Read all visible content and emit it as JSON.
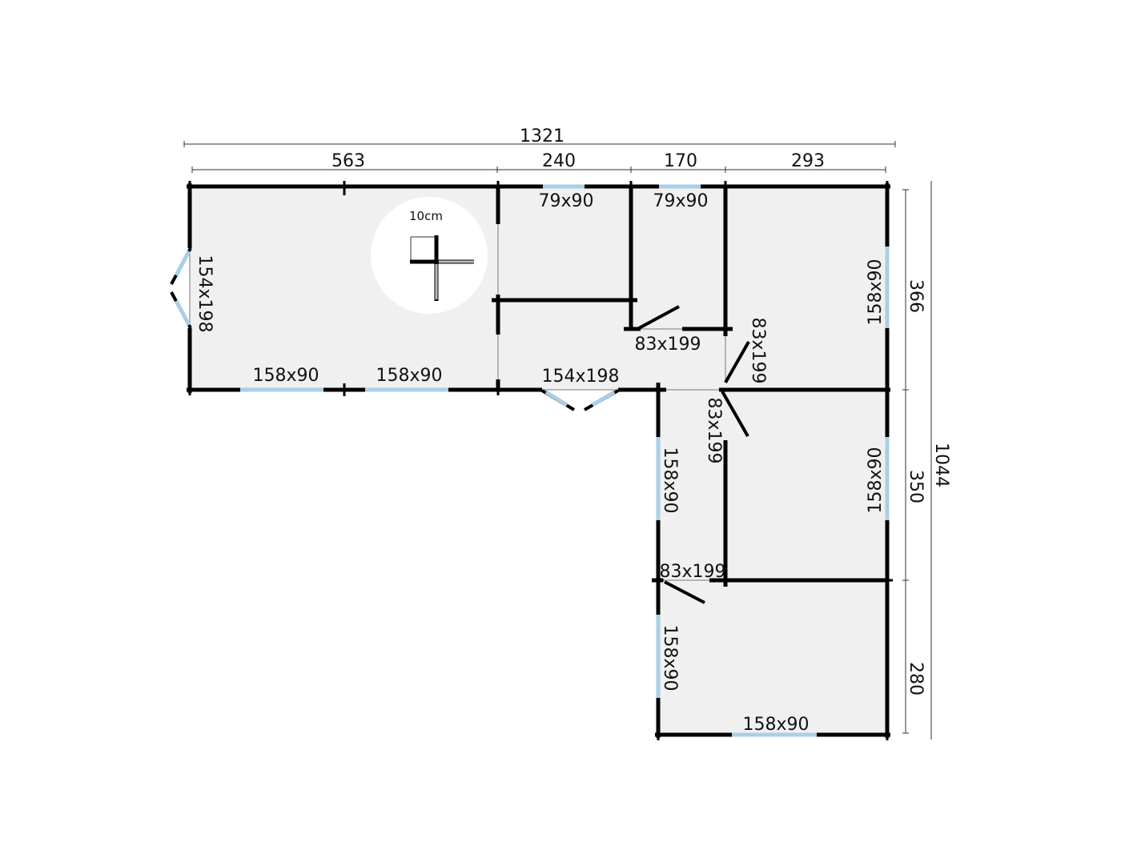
{
  "plan": {
    "dimensions": {
      "total_width": "1321",
      "total_depth": "1044",
      "top_segments": [
        "563",
        "240",
        "170",
        "293"
      ],
      "right_segments": [
        "366",
        "350",
        "280"
      ]
    },
    "detail": {
      "label": "10cm"
    },
    "openings": {
      "left_door": "154x198",
      "bottom_window_1": "158x90",
      "bottom_window_2": "158x90",
      "front_door": "154x198",
      "top_window_1": "79x90",
      "top_window_2": "79x90",
      "inner_door_1": "83x199",
      "inner_door_2": "83x199",
      "inner_door_3": "83x199",
      "inner_door_4": "83x199",
      "right_window_1": "158x90",
      "right_window_2": "158x90",
      "wing_window_1": "158x90",
      "wing_window_2": "158x90",
      "wing_bottom_window": "158x90"
    },
    "colors": {
      "floor": "#f0f0f0",
      "wall": "#000000",
      "window": "#a9cfe6",
      "detail_circle": "#ffffff"
    }
  }
}
